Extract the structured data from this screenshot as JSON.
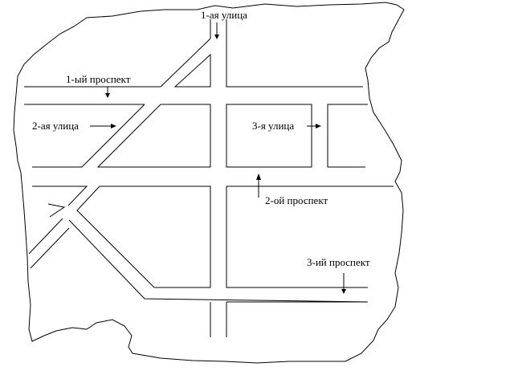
{
  "labels": {
    "street1": "1-ая улица",
    "prospect1": "1-ый проспект",
    "street2": "2-ая улица",
    "street3": "3-я улица",
    "prospect2": "2-ой проспект",
    "prospect3": "3-ий проспект"
  }
}
